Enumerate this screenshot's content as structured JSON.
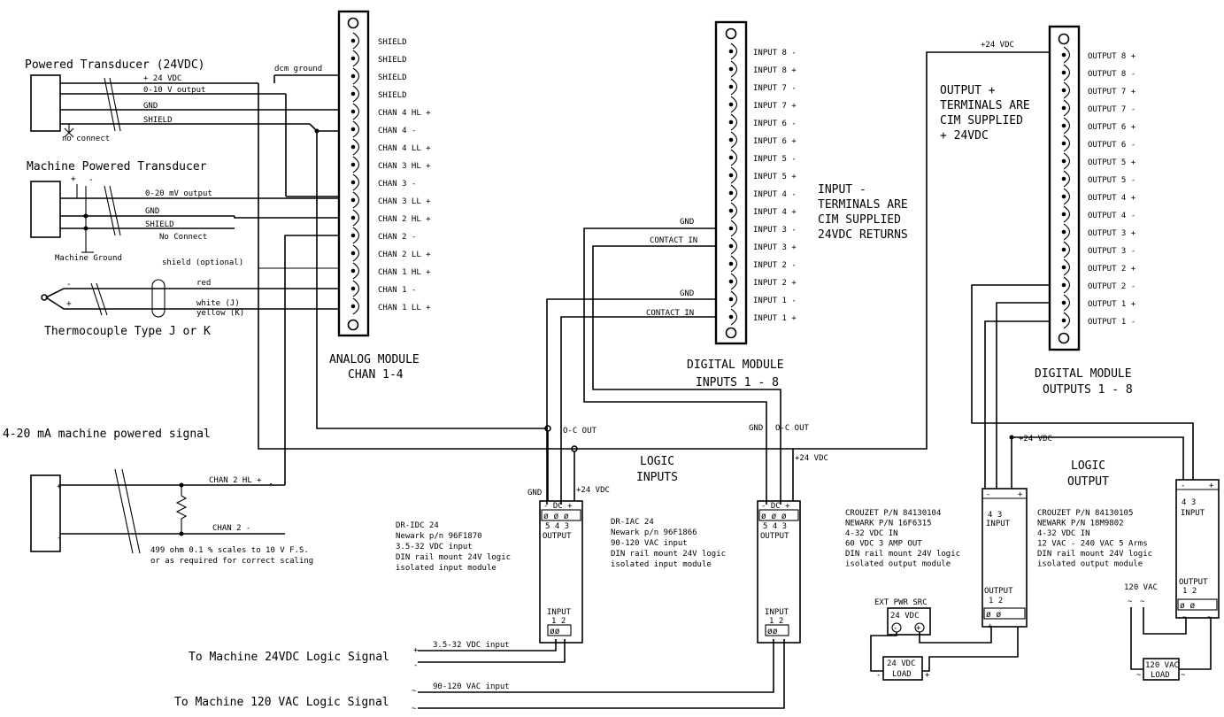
{
  "transducers": {
    "powered": {
      "title": "Powered Transducer (24VDC)",
      "wire_24v": "+ 24 VDC",
      "wire_output": "0-10 V output",
      "wire_gnd": "GND",
      "wire_shield": "SHIELD",
      "no_connect": "no connect"
    },
    "dcm_ground": "dcm ground",
    "machine": {
      "title": "Machine Powered Transducer",
      "wire_output": "0-20 mV output",
      "wire_gnd": "GND",
      "wire_shield": "SHIELD",
      "no_connect": "No Connect",
      "machine_ground": "Machine Ground",
      "plus": "+",
      "minus": "-"
    },
    "thermocouple": {
      "title": "Thermocouple Type J or K",
      "shield_optional": "shield (optional)",
      "red": "red",
      "white": "white (J)",
      "yellow": "yellow (K)",
      "minus": "-",
      "plus": "+"
    },
    "signal_4_20": {
      "title": "4-20 mA machine powered signal",
      "chan_hl": "CHAN 2 HL +",
      "chan_minus": "CHAN 2 -",
      "resistor_note_1": "499 ohm 0.1 % scales to 10 V F.S.",
      "resistor_note_2": "or as required for correct scaling",
      "plus": "+",
      "minus": "-"
    }
  },
  "analog_module": {
    "title_1": "ANALOG MODULE",
    "title_2": "CHAN 1-4",
    "terminals": [
      "SHIELD",
      "SHIELD",
      "SHIELD",
      "SHIELD",
      "CHAN 4 HL +",
      "CHAN 4 -",
      "CHAN 4 LL +",
      "CHAN 3 HL +",
      "CHAN 3 -",
      "CHAN 3 LL +",
      "CHAN 2 HL +",
      "CHAN 2 -",
      "CHAN 2 LL +",
      "CHAN 1 HL +",
      "CHAN 1 -",
      "CHAN 1 LL +"
    ]
  },
  "digital_inputs": {
    "title_1": "DIGITAL  MODULE",
    "title_2": "INPUTS 1 - 8",
    "terminals": [
      "INPUT 8 -",
      "INPUT 8 +",
      "INPUT 7 -",
      "INPUT 7 +",
      "INPUT 6 -",
      "INPUT 6 +",
      "INPUT 5 -",
      "INPUT 5 +",
      "INPUT 4 -",
      "INPUT 4 +",
      "INPUT 3 -",
      "INPUT 3 +",
      "INPUT 2 -",
      "INPUT 2 +",
      "INPUT 1 -",
      "INPUT 1 +"
    ],
    "note": [
      "INPUT -",
      "TERMINALS ARE",
      "CIM SUPPLIED",
      "24VDC RETURNS"
    ],
    "gnd": "GND",
    "contact_in": "CONTACT IN"
  },
  "digital_outputs": {
    "title_1": "DIGITAL MODULE",
    "title_2": "OUTPUTS 1 - 8",
    "terminals": [
      "OUTPUT 8 +",
      "OUTPUT 8 -",
      "OUTPUT 7 +",
      "OUTPUT 7 -",
      "OUTPUT 6 +",
      "OUTPUT 6 -",
      "OUTPUT 5 +",
      "OUTPUT 5 -",
      "OUTPUT 4 +",
      "OUTPUT 4 -",
      "OUTPUT 3 +",
      "OUTPUT 3 -",
      "OUTPUT 2 +",
      "OUTPUT 2 -",
      "OUTPUT 1 +",
      "OUTPUT 1 -"
    ],
    "note": [
      "OUTPUT +",
      "TERMINALS ARE",
      "CIM SUPPLIED",
      "+ 24VDC"
    ],
    "plus24": "+24 VDC"
  },
  "logic_inputs": {
    "title_1": "LOGIC",
    "title_2": "INPUTS",
    "oc_out": "O-C OUT",
    "gnd": "GND",
    "plus24": "+24 VDC",
    "module_dc_label": "- DC +",
    "module_nums": "5 4 3",
    "module_output": "OUTPUT",
    "module_input": "INPUT",
    "module_input_nums": "1 2",
    "idc_desc": [
      "DR-IDC 24",
      "Newark p/n 96F1870",
      "3.5-32 VDC input",
      "DIN rail mount 24V logic",
      "isolated input module"
    ],
    "iac_desc": [
      "DR-IAC 24",
      "Newark p/n 96F1866",
      "90-120 VAC input",
      "DIN rail mount 24V logic",
      "isolated input module"
    ],
    "signal_24v": "To Machine 24VDC Logic Signal",
    "signal_24v_wire": "3.5-32 VDC input",
    "signal_120v": "To Machine 120 VAC Logic Signal",
    "signal_120v_wire": "90-120 VAC input"
  },
  "logic_output": {
    "title_1": "LOGIC",
    "title_2": "OUTPUT",
    "plus24": "+24 VDC",
    "dc_desc": [
      "CROUZET P/N 84130104",
      "NEWARK P/N 16F6315",
      "4-32 VDC IN",
      "60 VDC 3 AMP OUT",
      "DIN rail mount 24V logic",
      "isolated output module"
    ],
    "ac_desc": [
      "CROUZET P/N 84130105",
      "NEWARK P/N 18M9802",
      "4-32 VDC IN",
      "12 VAC - 240 VAC 5 Arms",
      "DIN rail mount 24V logic",
      "isolated output module"
    ],
    "ext_pwr": "EXT PWR SRC",
    "ext_24v": "24 VDC",
    "load_24v": "24 VDC",
    "load_120v": "120 VAC",
    "load": "LOAD",
    "vac120": "120 VAC",
    "input": "INPUT",
    "output": "OUTPUT",
    "nums_43": "4   3",
    "nums_12": "1   2"
  }
}
